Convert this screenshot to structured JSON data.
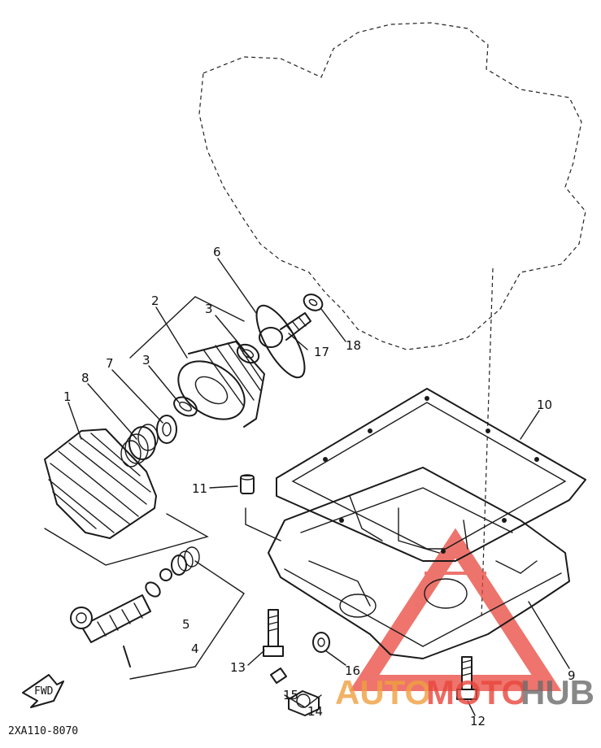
{
  "diagram_code": "2XA110-8070",
  "fwd_label": "FWD",
  "callouts": {
    "c1": "1",
    "c2": "2",
    "c3a": "3",
    "c3b": "3",
    "c4": "4",
    "c5": "5",
    "c6": "6",
    "c7": "7",
    "c8": "8",
    "c9": "9",
    "c10": "10",
    "c11": "11",
    "c12": "12",
    "c13": "13",
    "c14": "14",
    "c15": "15",
    "c16": "16",
    "c17": "17",
    "c18": "18"
  },
  "watermark": {
    "part1": "AUTO",
    "part2": "MOTO",
    "part3": "HUB",
    "color_red": "#e8463c",
    "color_orange": "#f0a040",
    "color_gray": "#6b6b6b"
  }
}
